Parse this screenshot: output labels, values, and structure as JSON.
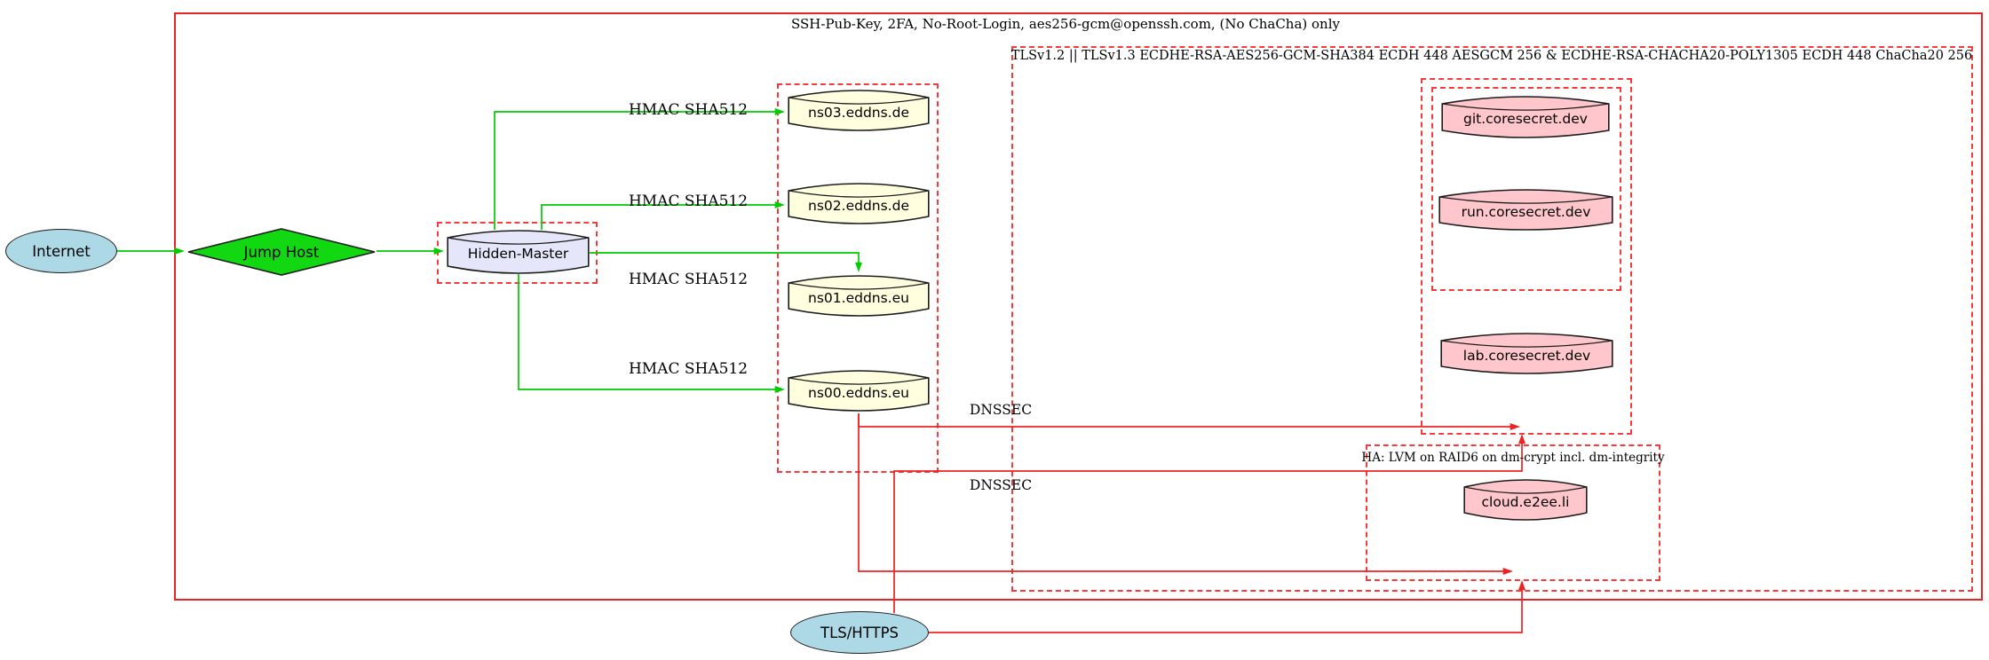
{
  "diagram": {
    "clusters": {
      "ssh": {
        "label": "SSH-Pub-Key, 2FA, No-Root-Login, aes256-gcm@openssh.com, (No ChaCha) only"
      },
      "tls": {
        "label": "TLSv1.2 || TLSv1.3 ECDHE-RSA-AES256-GCM-SHA384 ECDH 448 AESGCM 256 & ECDHE-RSA-CHACHA20-POLY1305 ECDH 448 ChaCha20 256"
      },
      "ha": {
        "label": "HA: LVM on RAID6 on dm-crypt incl. dm-integrity"
      }
    },
    "nodes": {
      "internet": {
        "label": "Internet"
      },
      "jump_host": {
        "label": "Jump Host"
      },
      "hidden_master": {
        "label": "Hidden-Master"
      },
      "ns03": {
        "label": "ns03.eddns.de"
      },
      "ns02": {
        "label": "ns02.eddns.de"
      },
      "ns01": {
        "label": "ns01.eddns.eu"
      },
      "ns00": {
        "label": "ns00.eddns.eu"
      },
      "git": {
        "label": "git.coresecret.dev"
      },
      "run": {
        "label": "run.coresecret.dev"
      },
      "lab": {
        "label": "lab.coresecret.dev"
      },
      "cloud": {
        "label": "cloud.e2ee.li"
      },
      "tls_https": {
        "label": "TLS/HTTPS"
      }
    },
    "edge_labels": {
      "hmac": [
        "HMAC SHA512",
        "HMAC SHA512",
        "HMAC SHA512",
        "HMAC SHA512"
      ],
      "dnssec": [
        "DNSSEC",
        "DNSSEC"
      ]
    },
    "colors": {
      "edge_green": "#00cc00",
      "edge_red": "#ee2222",
      "cluster_border_red": "#f53b3b",
      "node_blue": "#ADD8E6",
      "node_green": "#12d812",
      "node_lavender": "#E6E6FA",
      "node_yellow": "#FFFFE0",
      "node_pink": "#FFC7CC"
    }
  }
}
